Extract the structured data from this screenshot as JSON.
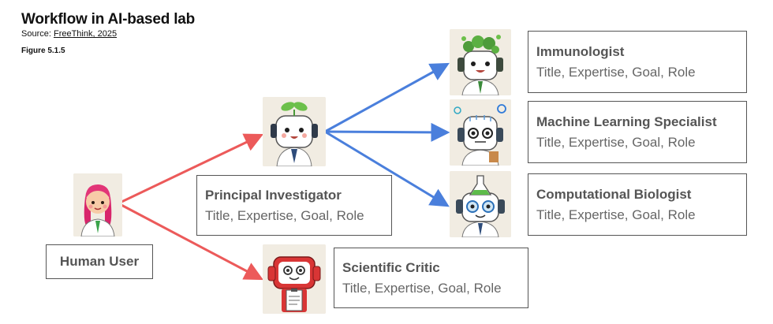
{
  "header": {
    "title": "Workflow in AI-based lab",
    "source_prefix": "Source: ",
    "source_link": "FreeThink, 2025",
    "figure": "Figure 5.1.5"
  },
  "human": {
    "label": "Human User"
  },
  "pi": {
    "title": "Principal Investigator",
    "subtitle": "Title, Expertise, Goal, Role"
  },
  "critic": {
    "title": "Scientific Critic",
    "subtitle": "Title, Expertise, Goal, Role"
  },
  "specialists": [
    {
      "title": "Immunologist",
      "subtitle": "Title, Expertise, Goal, Role"
    },
    {
      "title": "Machine Learning Specialist",
      "subtitle": "Title, Expertise, Goal, Role"
    },
    {
      "title": "Computational Biologist",
      "subtitle": "Title, Expertise, Goal, Role"
    }
  ],
  "colors": {
    "human_arrows": "#ec5a5a",
    "pi_arrows": "#4a7fdc",
    "card_border": "#555555",
    "avatar_bg": "#f1ece2"
  },
  "icons": {
    "human": "human-scientist-avatar",
    "pi": "sprout-robot-avatar",
    "critic": "red-robot-clipboard-avatar",
    "immunologist": "leafy-robot-avatar",
    "ml": "circuit-robot-avatar",
    "biologist": "flask-robot-avatar"
  }
}
